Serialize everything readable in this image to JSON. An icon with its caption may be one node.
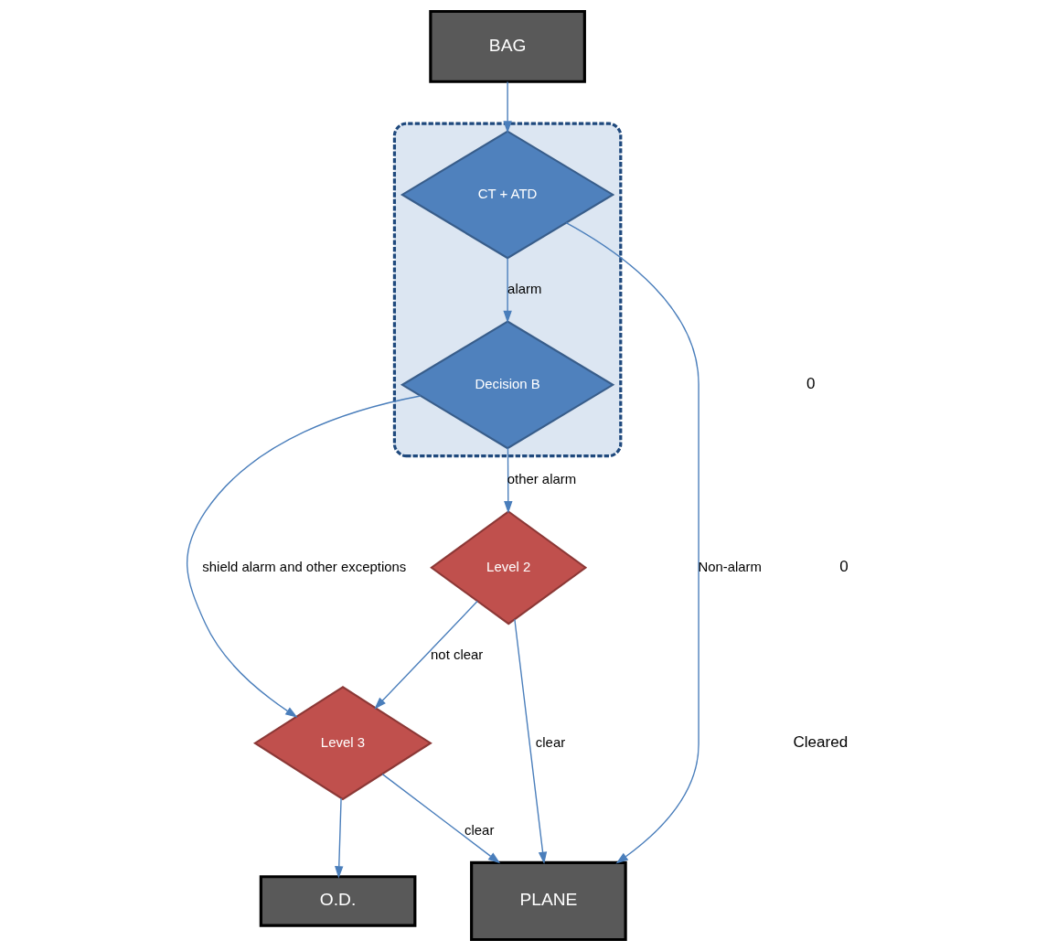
{
  "diagram": {
    "nodes": [
      {
        "text": [
          "BAG"
        ]
      },
      {
        "text": [],
        "shape": "box"
      },
      {
        "text": [
          "CT + ATD"
        ],
        "in": 1
      },
      {
        "text": [
          "Decision B"
        ],
        "in": 1
      },
      {
        "text": [
          "Level 3"
        ]
      },
      {
        "text": [
          "Level 2"
        ]
      },
      {
        "text": [
          "O.D."
        ]
      },
      {
        "text": [
          "PLANE"
        ]
      }
    ],
    "edges": [
      {
        "from": 0,
        "to": 2,
        "arrow": "to"
      },
      {
        "from": 2,
        "to": 3,
        "arrow": "to",
        "label": "alarm"
      },
      {
        "from": 2,
        "to": 7,
        "arrow": "to",
        "label": "Non-alarm"
      },
      {
        "from": 3,
        "to": 4,
        "arrow": "to",
        "label": "shield alarm and other exceptions"
      },
      {
        "from": 3,
        "to": 5,
        "arrow": "to",
        "label": "other alarm"
      },
      {
        "from": 5,
        "to": 4,
        "arrow": "to",
        "label": "not clear"
      },
      {
        "from": 5,
        "to": 7,
        "arrow": "to",
        "label": "clear"
      },
      {
        "from": 4,
        "to": 7,
        "arrow": "to",
        "label": "clear"
      },
      {
        "from": 4,
        "to": 6,
        "arrow": "to"
      }
    ],
    "labels": [
      "0",
      "0",
      "Cleared"
    ]
  }
}
